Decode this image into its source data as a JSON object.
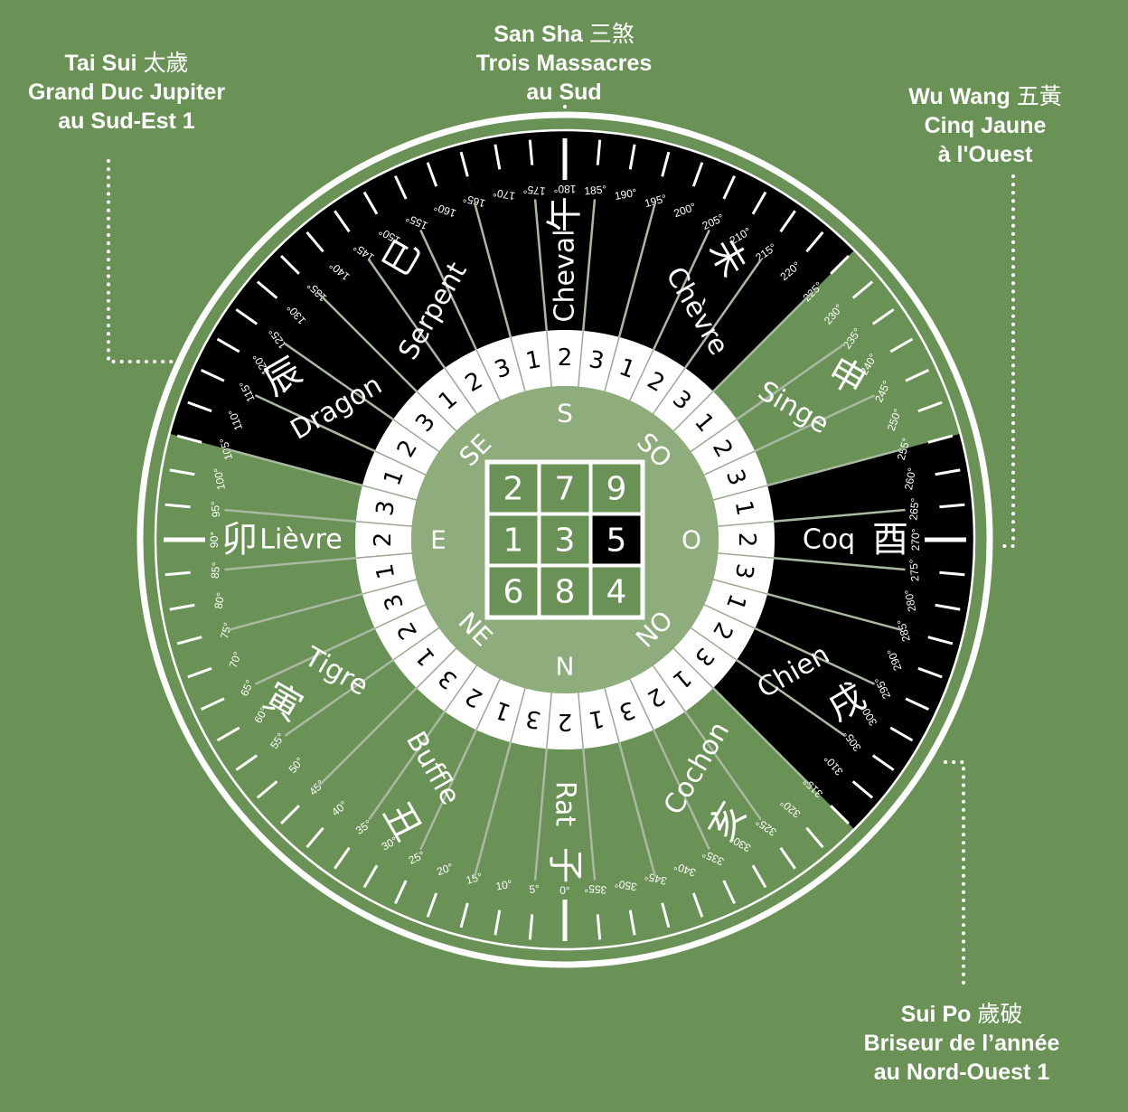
{
  "colors": {
    "background": "#6b9256",
    "ring": "#ffffff",
    "afflicted": "#000000",
    "inner_disc": "#8fac7c",
    "grid_cell": "#6b9256",
    "highlight_cell": "#000000"
  },
  "callouts": {
    "tai_sui": {
      "name": "Tai Sui",
      "cjk": "太歲",
      "line2": "Grand Duc Jupiter",
      "line3": "au Sud-Est 1"
    },
    "san_sha": {
      "name": "San Sha",
      "cjk": "三煞",
      "line2": "Trois Massacres",
      "line3": "au Sud"
    },
    "wu_wang": {
      "name": "Wu Wang",
      "cjk": "五黃",
      "line2": "Cinq Jaune",
      "line3": "à l'Ouest"
    },
    "sui_po": {
      "name": "Sui Po",
      "cjk": "歲破",
      "line2": "Briseur de l’année",
      "line3": "au Nord-Ouest 1"
    }
  },
  "animals": [
    {
      "name": "Rat",
      "cjk": "子",
      "bearing": 0,
      "afflicted": false
    },
    {
      "name": "Buffle",
      "cjk": "丑",
      "bearing": 30,
      "afflicted": false
    },
    {
      "name": "Tigre",
      "cjk": "寅",
      "bearing": 60,
      "afflicted": false
    },
    {
      "name": "Lièvre",
      "cjk": "卯",
      "bearing": 90,
      "afflicted": false
    },
    {
      "name": "Dragon",
      "cjk": "辰",
      "bearing": 120,
      "afflicted": true
    },
    {
      "name": "Serpent",
      "cjk": "巳",
      "bearing": 150,
      "afflicted": true
    },
    {
      "name": "Cheval",
      "cjk": "午",
      "bearing": 180,
      "afflicted": true
    },
    {
      "name": "Chèvre",
      "cjk": "未",
      "bearing": 210,
      "afflicted": true
    },
    {
      "name": "Singe",
      "cjk": "申",
      "bearing": 240,
      "afflicted": false
    },
    {
      "name": "Coq",
      "cjk": "酉",
      "bearing": 270,
      "afflicted": true
    },
    {
      "name": "Chien",
      "cjk": "戌",
      "bearing": 300,
      "afflicted": true
    },
    {
      "name": "Cochon",
      "cjk": "亥",
      "bearing": 330,
      "afflicted": false
    }
  ],
  "degree_labels": [
    "0°",
    "5°",
    "10°",
    "15°",
    "20°",
    "25°",
    "30°",
    "35°",
    "40°",
    "45°",
    "50°",
    "55°",
    "60°",
    "65°",
    "70°",
    "75°",
    "80°",
    "85°",
    "90°",
    "95°",
    "100°",
    "105°",
    "110°",
    "115°",
    "120°",
    "125°",
    "130°",
    "135°",
    "140°",
    "145°",
    "150°",
    "155°",
    "160°",
    "165°",
    "170°",
    "175°",
    "180°",
    "185°",
    "190°",
    "195°",
    "200°",
    "205°",
    "210°",
    "215°",
    "220°",
    "225°",
    "230°",
    "235°",
    "240°",
    "245°",
    "250°",
    "255°",
    "260°",
    "265°",
    "270°",
    "275°",
    "280°",
    "285°",
    "290°",
    "295°",
    "300°",
    "305°",
    "310°",
    "315°",
    "320°",
    "325°",
    "330°",
    "335°",
    "340°",
    "345°",
    "350°",
    "355°"
  ],
  "sub_sector_numbers": [
    "2",
    "3",
    "1"
  ],
  "directions": [
    {
      "label": "N",
      "bearing": 0
    },
    {
      "label": "NE",
      "bearing": 45
    },
    {
      "label": "E",
      "bearing": 90
    },
    {
      "label": "SE",
      "bearing": 135
    },
    {
      "label": "S",
      "bearing": 180
    },
    {
      "label": "SO",
      "bearing": 225
    },
    {
      "label": "O",
      "bearing": 270
    },
    {
      "label": "NO",
      "bearing": 315
    }
  ],
  "lo_shu": {
    "rows": [
      [
        "2",
        "7",
        "9"
      ],
      [
        "1",
        "3",
        "5"
      ],
      [
        "6",
        "8",
        "4"
      ]
    ],
    "highlight": {
      "row": 1,
      "col": 2
    }
  }
}
